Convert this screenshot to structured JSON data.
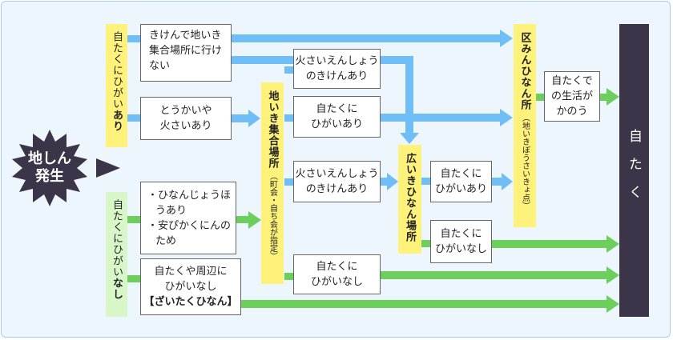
{
  "colors": {
    "blue_arrow": "#6fbef5",
    "green_arrow": "#6ccf5b",
    "yellow_tag": "#fff27a",
    "green_tag": "#d9f6c9",
    "dark": "#3c3448",
    "background": "#eef6fd",
    "border": "#a9cde9"
  },
  "start": {
    "line1": "地しん",
    "line2": "発生"
  },
  "branch_yes": {
    "label_main": "自たくにひがい",
    "label_bold": "あり"
  },
  "branch_no": {
    "label_main": "自たくにひがい",
    "label_bold": "なし"
  },
  "box_danger_gathering": {
    "line1": "きけんで地いき",
    "line2": "集合場所に行け",
    "line3": "ない"
  },
  "box_tsunami": {
    "line1": "とうかいや",
    "line2": "火さいあり"
  },
  "box_need_shelter": {
    "bullet1": "・ひなんじょうほうあり",
    "bullet2": "・安ぴかくにんのため"
  },
  "box_stay_home": {
    "line1": "自たくや周辺に",
    "line2": "ひがいなし",
    "line3": "【ざいたくひなん】"
  },
  "gathering_place": {
    "label_main": "地いき集合場所",
    "label_sub": "（町会・自ち会が指定）"
  },
  "box_fire_risk_top": {
    "line1": "火さいえんしょう",
    "line2": "のきけんあり"
  },
  "box_home_damage_mid": {
    "line1": "自たくに",
    "line2": "ひがいあり"
  },
  "box_fire_risk_mid": {
    "line1": "火さいえんしょう",
    "line2": "のきけんあり"
  },
  "box_home_nodamage_mid": {
    "line1": "自たくに",
    "line2": "ひがいなし"
  },
  "wide_area_shelter": {
    "label": "広いきひなん場所"
  },
  "box_home_damage_right": {
    "line1": "自たくに",
    "line2": "ひがいあり"
  },
  "box_home_nodamage_right": {
    "line1": "自たくに",
    "line2": "ひがいなし"
  },
  "ward_shelter": {
    "label_main": "区みんひなん所",
    "label_sub": "（地いきぼうさいきょ点）"
  },
  "box_can_live": {
    "line1": "自たくで",
    "line2": "の生活が",
    "line3": "かのう"
  },
  "home": {
    "label": "自たく"
  }
}
